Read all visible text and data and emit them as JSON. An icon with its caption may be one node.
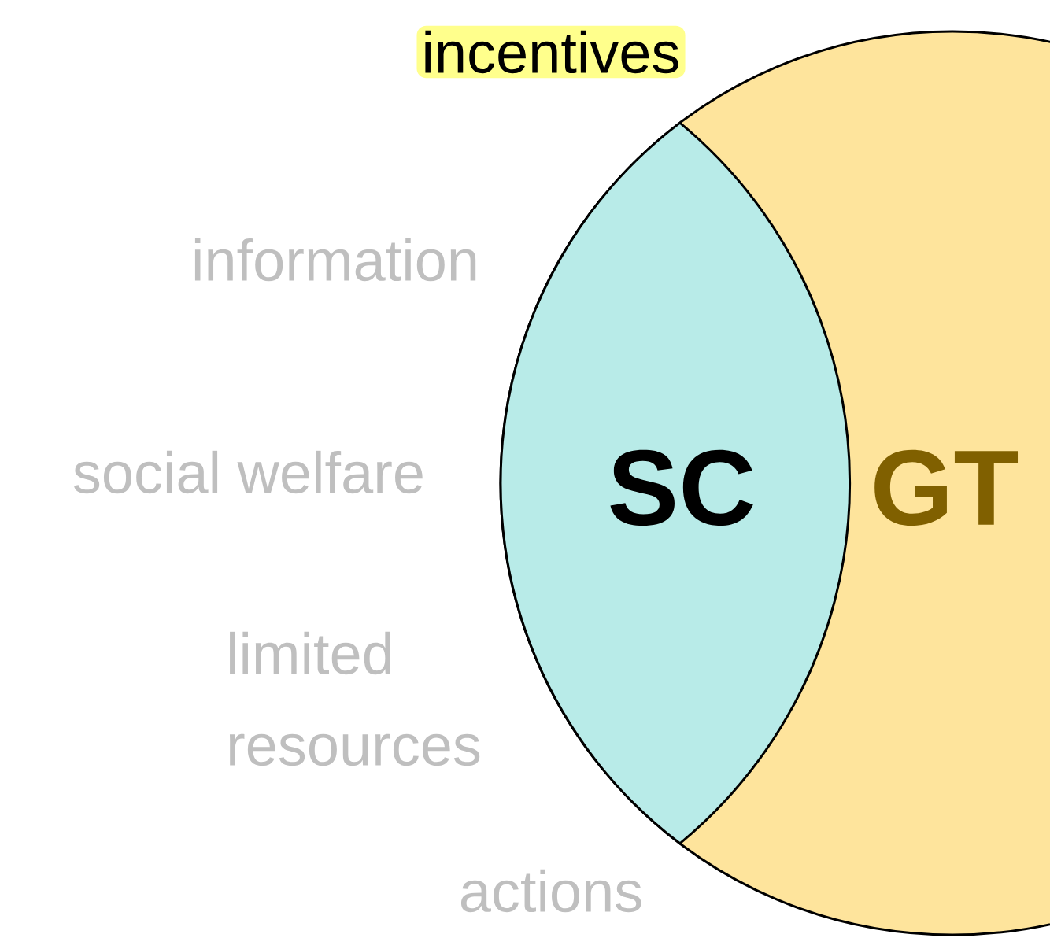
{
  "diagram": {
    "nodes": [
      {
        "text": [
          "GT"
        ]
      },
      {
        "text": [
          "SC"
        ],
        "in": 0
      }
    ],
    "labels": [
      "incentives",
      "information",
      "social welfare",
      "limited resources",
      "actions"
    ]
  }
}
